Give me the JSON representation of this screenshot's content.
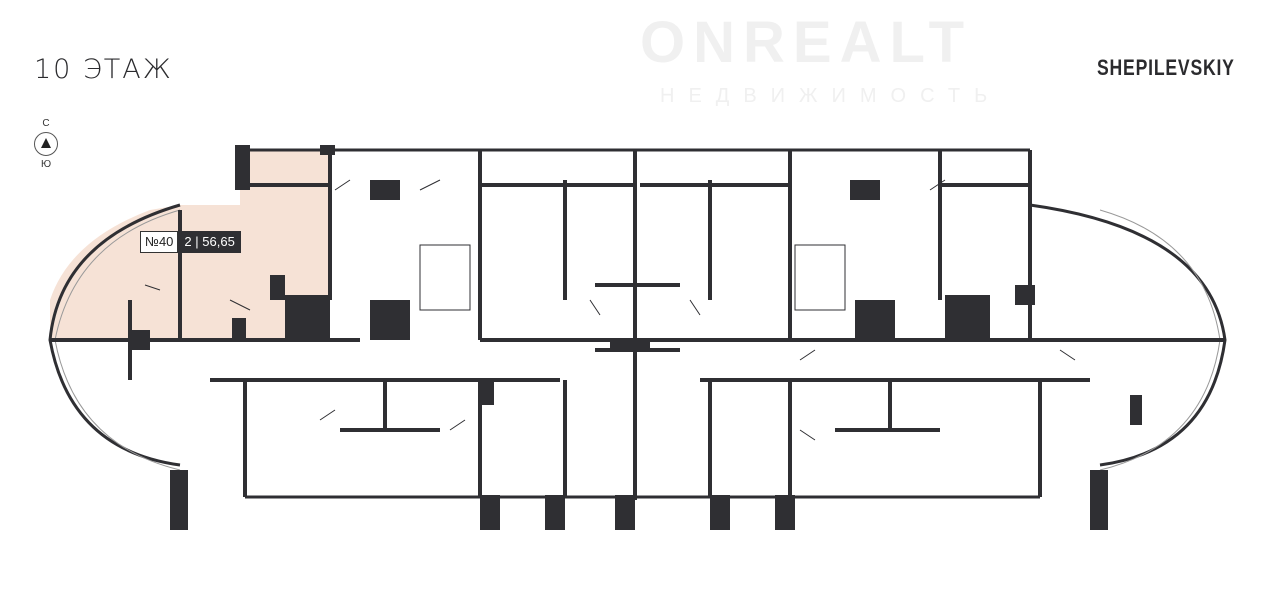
{
  "floor_title": "10 ЭТАЖ",
  "compass": {
    "north": "С",
    "south": "Ю"
  },
  "brand": "SHEPILEVSKIY",
  "watermark": {
    "name": "ONREALT",
    "subtitle": "НЕДВИЖИМОСТЬ"
  },
  "apartment": {
    "number": "№40",
    "rooms": "2",
    "separator": "|",
    "area": "56,65"
  },
  "colors": {
    "wall": "#2f2f33",
    "highlight": "#f6e2d6"
  }
}
